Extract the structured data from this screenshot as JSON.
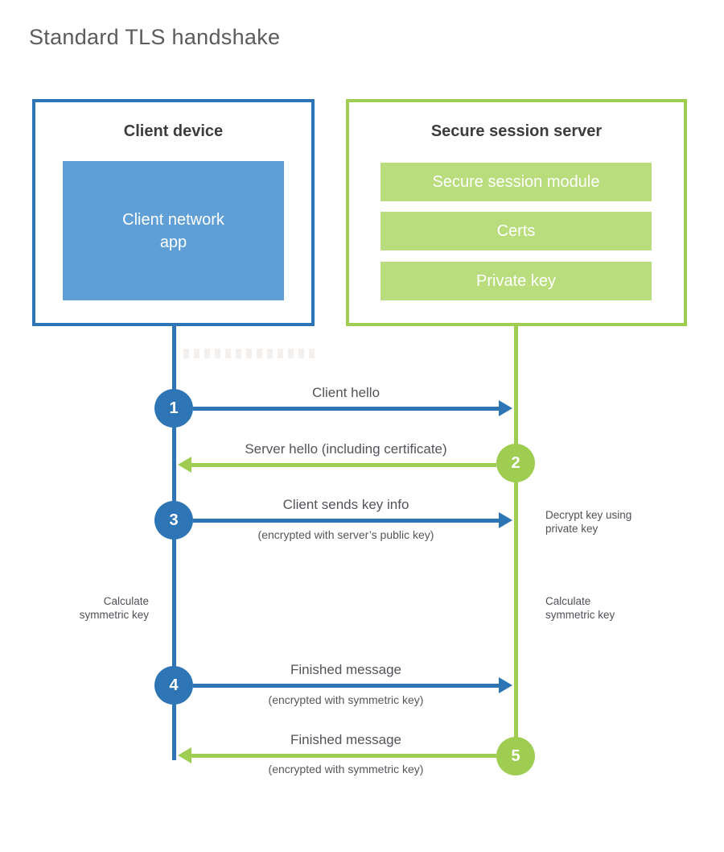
{
  "title": "Standard TLS handshake",
  "colors": {
    "blue": "#2e75b6",
    "blue_light": "#5f9fd6",
    "green": "#9ecd52",
    "green_light": "#b9dc7d",
    "heading_text": "#3b3c3e",
    "label_text": "#525459"
  },
  "client_box": {
    "title": "Client device",
    "app": {
      "line1": "Client network",
      "line2": "app"
    }
  },
  "server_box": {
    "title": "Secure session server",
    "modules": [
      "Secure session module",
      "Certs",
      "Private key"
    ]
  },
  "steps": [
    {
      "num": "1",
      "label": "Client hello",
      "direction": "client-to-server"
    },
    {
      "num": "2",
      "label": "Server hello (including certificate)",
      "direction": "server-to-client"
    },
    {
      "num": "3",
      "label": "Client sends key info",
      "sublabel": "(encrypted with server’s public key)",
      "direction": "client-to-server"
    },
    {
      "num": "4",
      "label": "Finished message",
      "sublabel": "(encrypted with symmetric key)",
      "direction": "client-to-server"
    },
    {
      "num": "5",
      "label": "Finished message",
      "sublabel": "(encrypted with symmetric key)",
      "direction": "server-to-client"
    }
  ],
  "annotations": {
    "decrypt": {
      "line1": "Decrypt key using",
      "line2": "private key"
    },
    "calc_left": {
      "line1": "Calculate",
      "line2": "symmetric key"
    },
    "calc_right": {
      "line1": "Calculate",
      "line2": "symmetric key"
    }
  }
}
